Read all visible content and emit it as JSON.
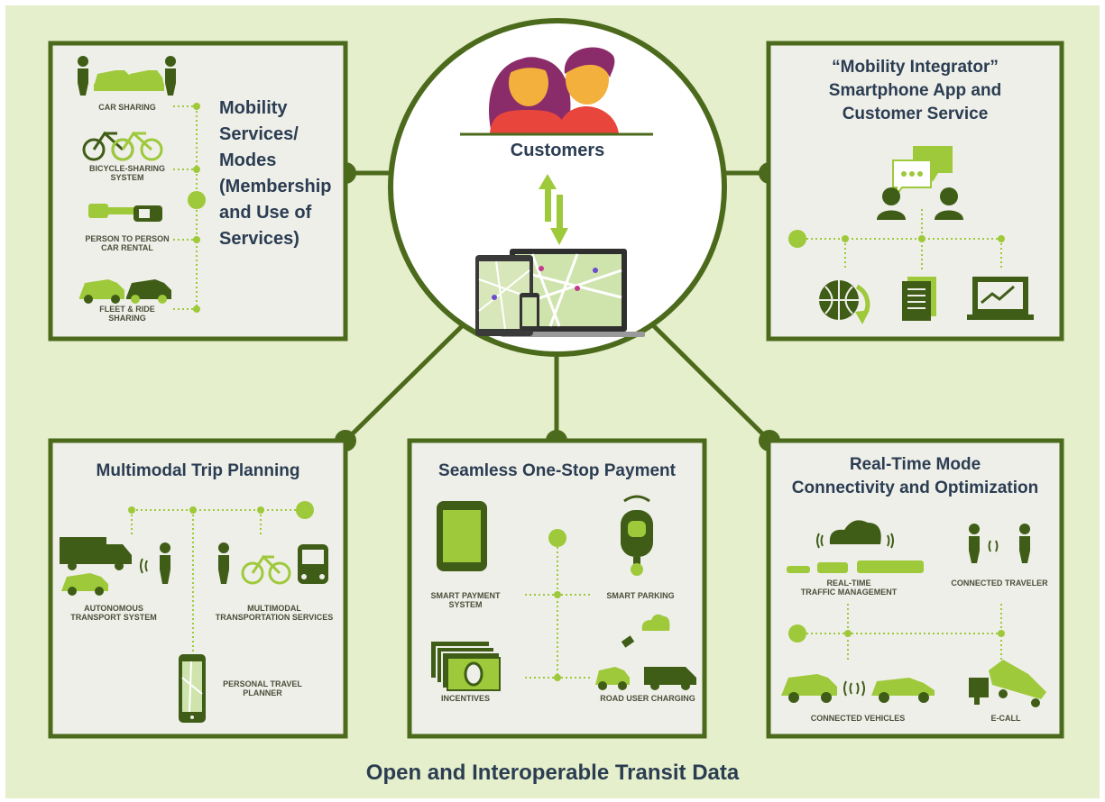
{
  "center": {
    "label": "Customers"
  },
  "mobility_services": {
    "title_lines": [
      "Mobility",
      "Services/",
      "Modes",
      "(Membership",
      "and Use of",
      "Services)"
    ],
    "items": [
      "CAR SHARING",
      "BICYCLE-SHARING",
      "SYSTEM",
      "PERSON TO PERSON",
      "CAR RENTAL",
      "FLEET & RIDE",
      "SHARING"
    ]
  },
  "integrator": {
    "title_lines": [
      "“Mobility Integrator”",
      "Smartphone App and",
      "Customer Service"
    ]
  },
  "trip_planning": {
    "title": "Multimodal Trip Planning",
    "items": [
      "AUTONOMOUS",
      "TRANSPORT SYSTEM",
      "MULTIMODAL",
      "TRANSPORTATION SERVICES",
      "PERSONAL TRAVEL",
      "PLANNER"
    ]
  },
  "payment": {
    "title": "Seamless One-Stop Payment",
    "items": [
      "SMART PAYMENT",
      "SYSTEM",
      "SMART PARKING",
      "INCENTIVES",
      "ROAD USER CHARGING"
    ]
  },
  "realtime": {
    "title_lines": [
      "Real-Time Mode",
      "Connectivity and Optimization"
    ],
    "items": [
      "REAL-TIME",
      "TRAFFIC MANAGEMENT",
      "CONNECTED TRAVELER",
      "CONNECTED VEHICLES",
      "E-CALL"
    ]
  },
  "footer": {
    "label": "Open and Interoperable Transit Data"
  },
  "colors": {
    "background": "#e6efcc",
    "box_border": "#4c6a1c",
    "box_fill": "#efefe9",
    "accent_green": "#9ec93a",
    "dark_green": "#3f5d17",
    "text_navy": "#2b3d52"
  }
}
